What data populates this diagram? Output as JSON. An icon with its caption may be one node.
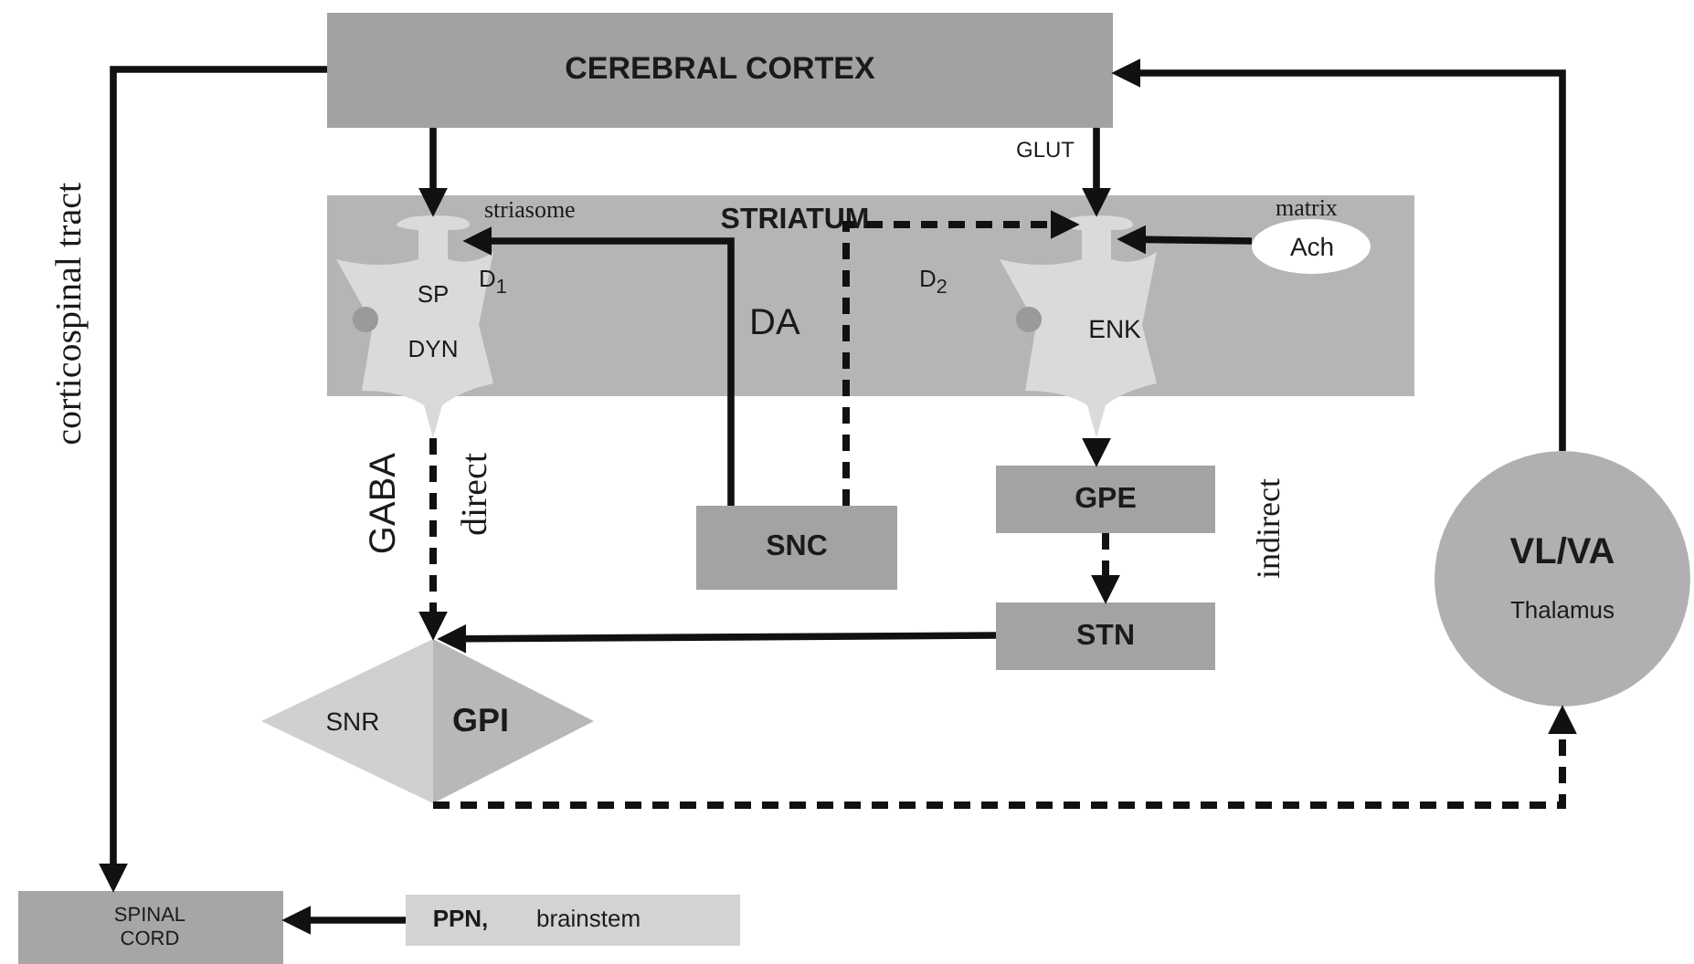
{
  "diagram": {
    "nodes": [
      {
        "text": [
          "CEREBRAL CORTEX"
        ]
      },
      {
        "text": [
          "STRIATUM"
        ]
      },
      {
        "text": [
          "SP",
          "DYN"
        ]
      },
      {
        "text": [
          "ENK"
        ]
      },
      {
        "text": [
          "Ach"
        ],
        "in": 1
      },
      {
        "text": [
          "SNC"
        ]
      },
      {
        "text": [
          "GPE"
        ]
      },
      {
        "text": [
          "STN"
        ]
      },
      {
        "text": [
          "SNR",
          "GPI"
        ]
      },
      {
        "text": [
          "VL/VA",
          "Thalamus"
        ]
      },
      {
        "text": [
          "SPINAL CORD"
        ]
      },
      {
        "text": [
          "PPN,",
          "brainstem"
        ]
      }
    ],
    "edges": [
      {
        "from": 0,
        "to": 2,
        "arrow": "to"
      },
      {
        "from": 0,
        "to": 3,
        "arrow": "to"
      },
      {
        "from": 5,
        "to": 2,
        "arrow": "to"
      },
      {
        "from": 5,
        "to": 3,
        "arrow": "to",
        "style": "dashed"
      },
      {
        "from": 4,
        "to": 3,
        "arrow": "to"
      },
      {
        "from": 2,
        "to": 8,
        "arrow": "to",
        "style": "dashed"
      },
      {
        "from": 3,
        "to": 6,
        "arrow": "to",
        "style": "dashed"
      },
      {
        "from": 6,
        "to": 7,
        "arrow": "to",
        "style": "dashed"
      },
      {
        "from": 7,
        "to": 8,
        "arrow": "to"
      },
      {
        "from": 8,
        "to": 9,
        "arrow": "to",
        "style": "dashed"
      },
      {
        "from": 9,
        "to": 0,
        "arrow": "to"
      },
      {
        "from": 0,
        "to": 10,
        "arrow": "to"
      },
      {
        "from": 11,
        "to": 10,
        "arrow": "to"
      }
    ],
    "labels": [
      "striasome",
      "matrix",
      "GLUT",
      "D$_{1}$",
      "D$_{2}$",
      "DA",
      "GABA",
      "direct",
      "indirect",
      "corticospinal tract"
    ]
  }
}
